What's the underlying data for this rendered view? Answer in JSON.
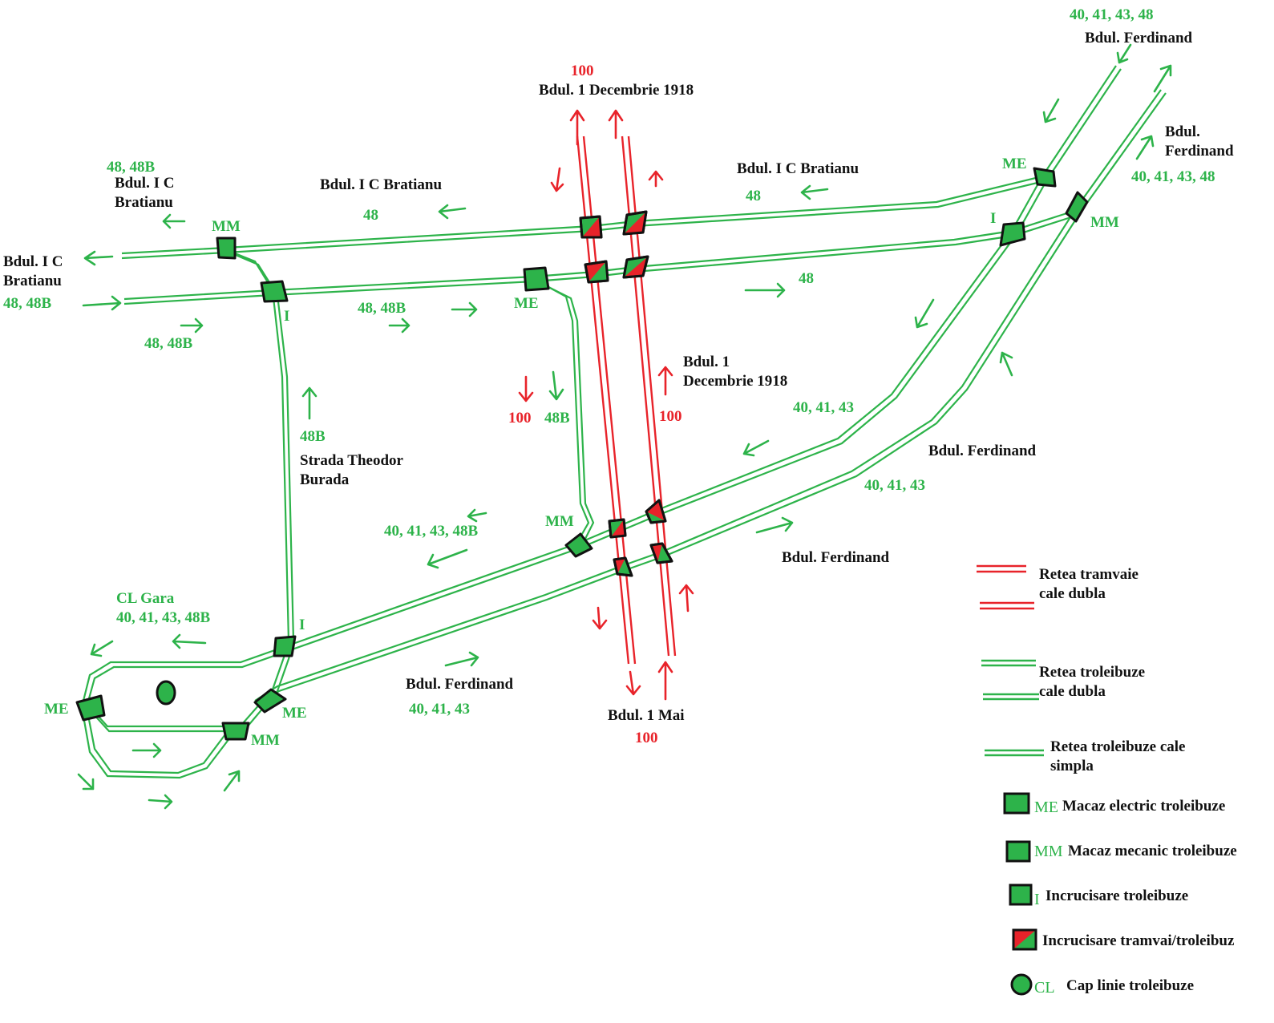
{
  "colors": {
    "troleibuz": "#2db34a",
    "tramvai": "#e8232a",
    "outline": "#111111"
  },
  "streets": {
    "ferdinand_ne": "Bdul. Ferdinand",
    "ferdinand_ne_2a": "Bdul.",
    "ferdinand_ne_2b": "Ferdinand",
    "ferdinand_mid": "Bdul. Ferdinand",
    "ferdinand_south": "Bdul. Ferdinand",
    "ferdinand_sw": "Bdul. Ferdinand",
    "decembrie_top": "Bdul. 1 Decembrie 1918",
    "decembrie_mid_a": "Bdul. 1",
    "decembrie_mid_b": "Decembrie 1918",
    "bratianu_nw_a": "Bdul. I C",
    "bratianu_nw_b": "Bratianu",
    "bratianu_w_a": "Bdul. I C",
    "bratianu_w_b": "Bratianu",
    "bratianu_center": "Bdul. I C Bratianu",
    "bratianu_east": "Bdul. I C Bratianu",
    "burada_a": "Strada Theodor",
    "burada_b": "Burada",
    "mai": "Bdul. 1 Mai"
  },
  "routes": {
    "r_ne_top": "40, 41, 43, 48",
    "r_ne_right": "40, 41, 43, 48",
    "r_tram_top": "100",
    "r_tram_left": "100",
    "r_tram_right": "100",
    "r_tram_bottom": "100",
    "r_48_east": "48",
    "r_48_center": "48",
    "r_48_lower_east": "48",
    "r_48_48b_nw": "48, 48B",
    "r_48_48b_w": "48, 48B",
    "r_48_48b_mid": "48, 48B",
    "r_48_48b_sw": "48, 48B",
    "r_48b_burada": "48B",
    "r_48b_link": "48B",
    "r_404143_upper": "40, 41, 43",
    "r_404143_lower": "40, 41, 43",
    "r_404143_sw": "40, 41, 43",
    "r_40414348b": "40, 41, 43, 48B",
    "cl_gara": "CL Gara",
    "cl_gara_routes": "40, 41, 43, 48B"
  },
  "node_labels": {
    "me": "ME",
    "mm": "MM",
    "i": "I"
  },
  "legend": {
    "tram_double_a": "Retea tramvaie",
    "tram_double_b": "cale dubla",
    "troley_double_a": "Retea troleibuze",
    "troley_double_b": "cale dubla",
    "troley_single_a": "Retea troleibuze cale",
    "troley_single_b": "simpla",
    "me_abbr": "ME",
    "me_text": "Macaz electric troleibuze",
    "mm_abbr": "MM",
    "mm_text": "Macaz mecanic troleibuze",
    "i_abbr": "I",
    "i_text": "Incrucisare troleibuze",
    "tt_text": "Incrucisare tramvai/troleibuz",
    "cl_abbr": "CL",
    "cl_text": "Cap linie troleibuze"
  }
}
